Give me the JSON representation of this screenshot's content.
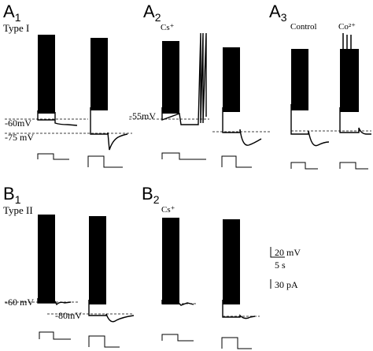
{
  "panels": {
    "a1": {
      "letter": "A",
      "sub": "1",
      "type_label": "Type I",
      "v_rest": "-60mV",
      "v_hold": "-75 mV"
    },
    "a2": {
      "letter": "A",
      "sub": "2",
      "condition": "Cs⁺",
      "v_rest": "-55mV"
    },
    "a3": {
      "letter": "A",
      "sub": "3",
      "condition_control": "Control",
      "condition_cobalt": "Co²⁺"
    },
    "b1": {
      "letter": "B",
      "sub": "1",
      "type_label": "Type II",
      "v_rest": "-60 mV",
      "v_hold": "-80mV"
    },
    "b2": {
      "letter": "B",
      "sub": "2",
      "condition": "Cs⁺"
    }
  },
  "scale_bars": {
    "voltage": "20 mV",
    "time": "5 s",
    "current": "30 pA"
  }
}
